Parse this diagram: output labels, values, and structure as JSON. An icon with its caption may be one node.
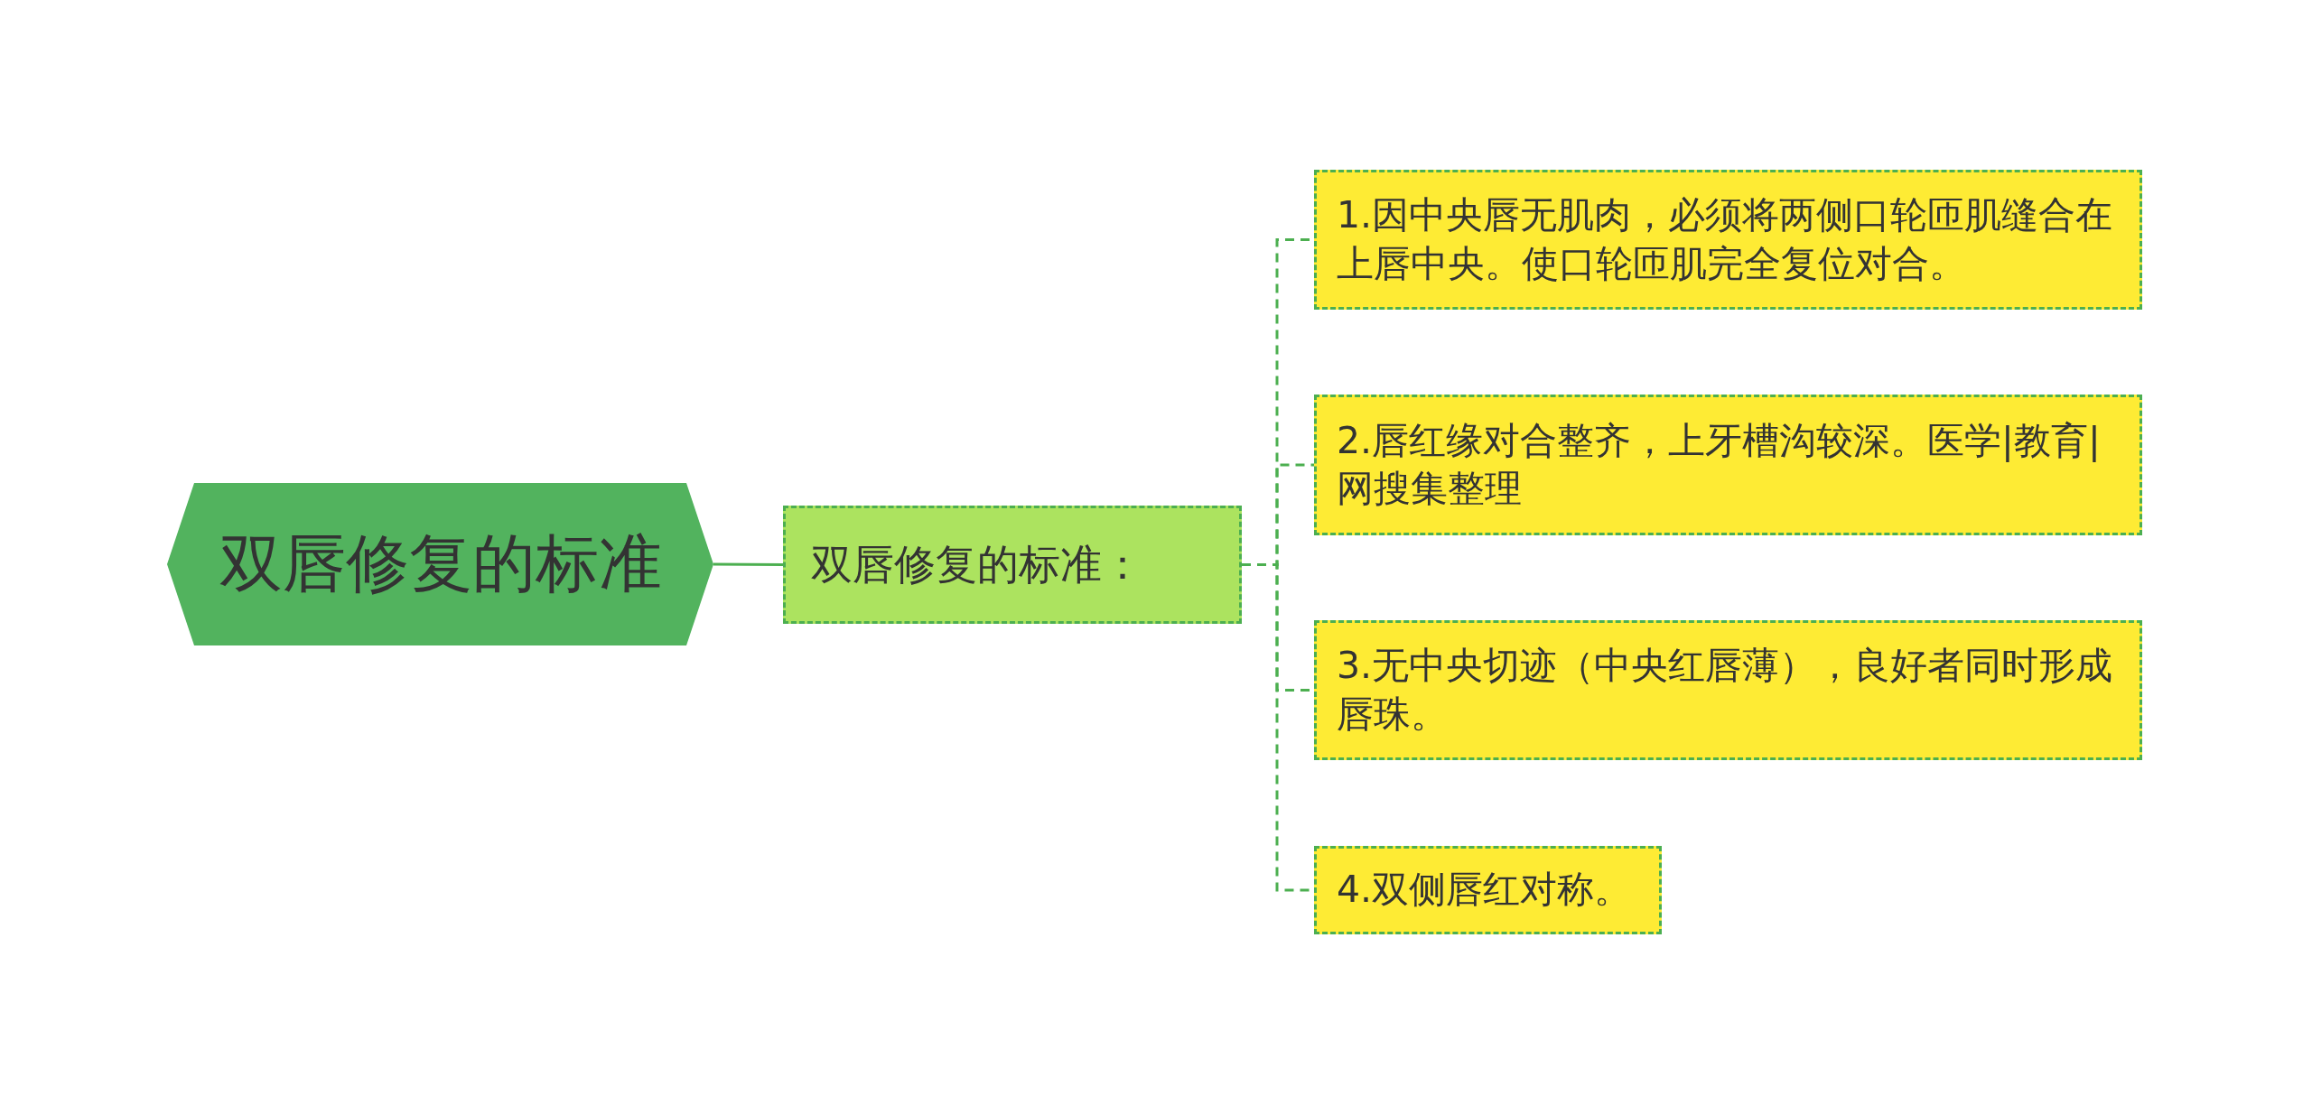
{
  "diagram": {
    "nodes": [
      {
        "text": [
          "双唇修复的标准"
        ]
      },
      {
        "text": [
          "双唇修复的标准："
        ]
      },
      {
        "text": [
          "1.因中央唇无肌肉，必须将两侧口轮匝肌缝合在上唇中央。使口轮匝肌完全复位对合。"
        ]
      },
      {
        "text": [
          "2.唇红缘对合整齐，上牙槽沟较深。医学|教育|网搜集整理"
        ]
      },
      {
        "text": [
          "3.无中央切迹（中央红唇薄），良好者同时形成唇珠。"
        ]
      },
      {
        "text": [
          "4.双侧唇红对称。"
        ]
      }
    ],
    "edges": [
      {
        "from": 0,
        "to": 1,
        "arrow": "none"
      },
      {
        "from": 1,
        "to": 2,
        "arrow": "none",
        "style": "dashed"
      },
      {
        "from": 1,
        "to": 3,
        "arrow": "none",
        "style": "dashed"
      },
      {
        "from": 1,
        "to": 4,
        "arrow": "none",
        "style": "dashed"
      },
      {
        "from": 1,
        "to": 5,
        "arrow": "none",
        "style": "dashed"
      }
    ]
  }
}
